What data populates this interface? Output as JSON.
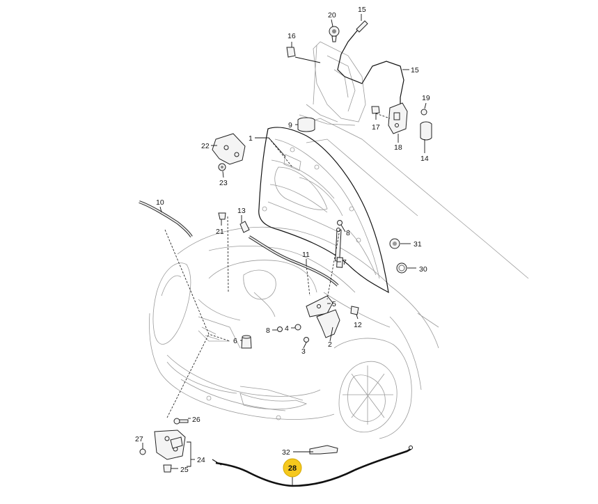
{
  "highlight_color": "#f5c81e",
  "callouts": [
    {
      "id": "c20",
      "text": "20"
    },
    {
      "id": "c15a",
      "text": "15"
    },
    {
      "id": "c16",
      "text": "16"
    },
    {
      "id": "c15b",
      "text": "15"
    },
    {
      "id": "c19",
      "text": "19"
    },
    {
      "id": "c17",
      "text": "17"
    },
    {
      "id": "c18",
      "text": "18"
    },
    {
      "id": "c14",
      "text": "14"
    },
    {
      "id": "c9",
      "text": "9"
    },
    {
      "id": "c1",
      "text": "1"
    },
    {
      "id": "c22",
      "text": "22"
    },
    {
      "id": "c23",
      "text": "23"
    },
    {
      "id": "c10",
      "text": "10"
    },
    {
      "id": "c13",
      "text": "13"
    },
    {
      "id": "c21",
      "text": "21"
    },
    {
      "id": "c8a",
      "text": "8"
    },
    {
      "id": "c31",
      "text": "31"
    },
    {
      "id": "c11",
      "text": "11"
    },
    {
      "id": "c7",
      "text": "7"
    },
    {
      "id": "c30",
      "text": "30"
    },
    {
      "id": "c5",
      "text": "5"
    },
    {
      "id": "c12",
      "text": "12"
    },
    {
      "id": "c8b",
      "text": "8"
    },
    {
      "id": "c4",
      "text": "4"
    },
    {
      "id": "c2",
      "text": "2"
    },
    {
      "id": "c6",
      "text": "6"
    },
    {
      "id": "c3",
      "text": "3"
    },
    {
      "id": "c26",
      "text": "26"
    },
    {
      "id": "c27",
      "text": "27"
    },
    {
      "id": "c24",
      "text": "24"
    },
    {
      "id": "c25",
      "text": "25"
    },
    {
      "id": "c32",
      "text": "32"
    },
    {
      "id": "c28",
      "text": "28",
      "highlighted": true
    }
  ]
}
